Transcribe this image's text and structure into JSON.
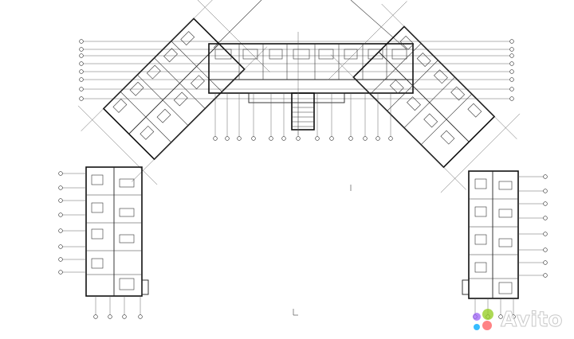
{
  "drawing": {
    "type": "architectural-floor-plan",
    "shape": "u-shaped-building"
  },
  "watermark": {
    "text": "Avito",
    "icon": "avito-dots-icon",
    "colors": [
      "#97cf26",
      "#a169f7",
      "#ff6163",
      "#00aaff"
    ]
  },
  "colors": {
    "lines": "#222222",
    "background": "#ffffff"
  }
}
